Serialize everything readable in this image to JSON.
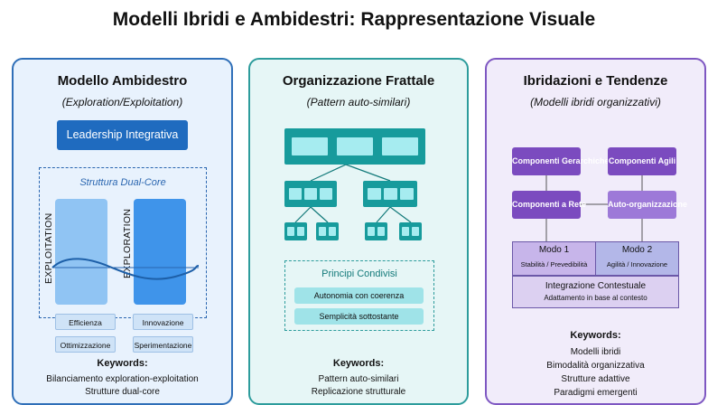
{
  "title": "Modelli Ibridi e Ambidestri: Rappresentazione Visuale",
  "panel1": {
    "title": "Modello Ambidestro",
    "subtitle": "(Exploration/Exploitation)",
    "leadership": "Leadership Integrativa",
    "dual_core_title": "Struttura Dual-Core",
    "exploitation": "EXPLOITATION",
    "exploration": "EXPLORATION",
    "tags_left": [
      "Efficienza",
      "Ottimizzazione"
    ],
    "tags_right": [
      "Innovazione",
      "Sperimentazione"
    ],
    "keywords_title": "Keywords:",
    "keywords": [
      "Bilanciamento exploration-exploitation",
      "Strutture dual-core"
    ]
  },
  "panel2": {
    "title": "Organizzazione Frattale",
    "subtitle": "(Pattern auto-similari)",
    "principles_title": "Principi Condivisi",
    "principles": [
      "Autonomia con coerenza",
      "Semplicità sottostante"
    ],
    "keywords_title": "Keywords:",
    "keywords": [
      "Pattern auto-similari",
      "Replicazione strutturale"
    ]
  },
  "panel3": {
    "title": "Ibridazioni e Tendenze",
    "subtitle": "(Modelli ibridi organizzativi)",
    "components": [
      "Componenti Gerarchiche",
      "Componenti Agili",
      "Componenti a Rete",
      "Auto-organizzazione"
    ],
    "modo1": {
      "title": "Modo 1",
      "sub": "Stabilità / Prevedibilità"
    },
    "modo2": {
      "title": "Modo 2",
      "sub": "Agilità / Innovazione"
    },
    "integration": {
      "title": "Integrazione Contestuale",
      "sub": "Adattamento in base al contesto"
    },
    "keywords_title": "Keywords:",
    "keywords": [
      "Modelli ibridi",
      "Bimodalità organizzativa",
      "Strutture adattive",
      "Paradigmi emergenti"
    ]
  },
  "colors": {
    "blue_accent": "#1f6bbf",
    "teal_accent": "#179b9c",
    "purple_accent": "#7b4bbf"
  }
}
